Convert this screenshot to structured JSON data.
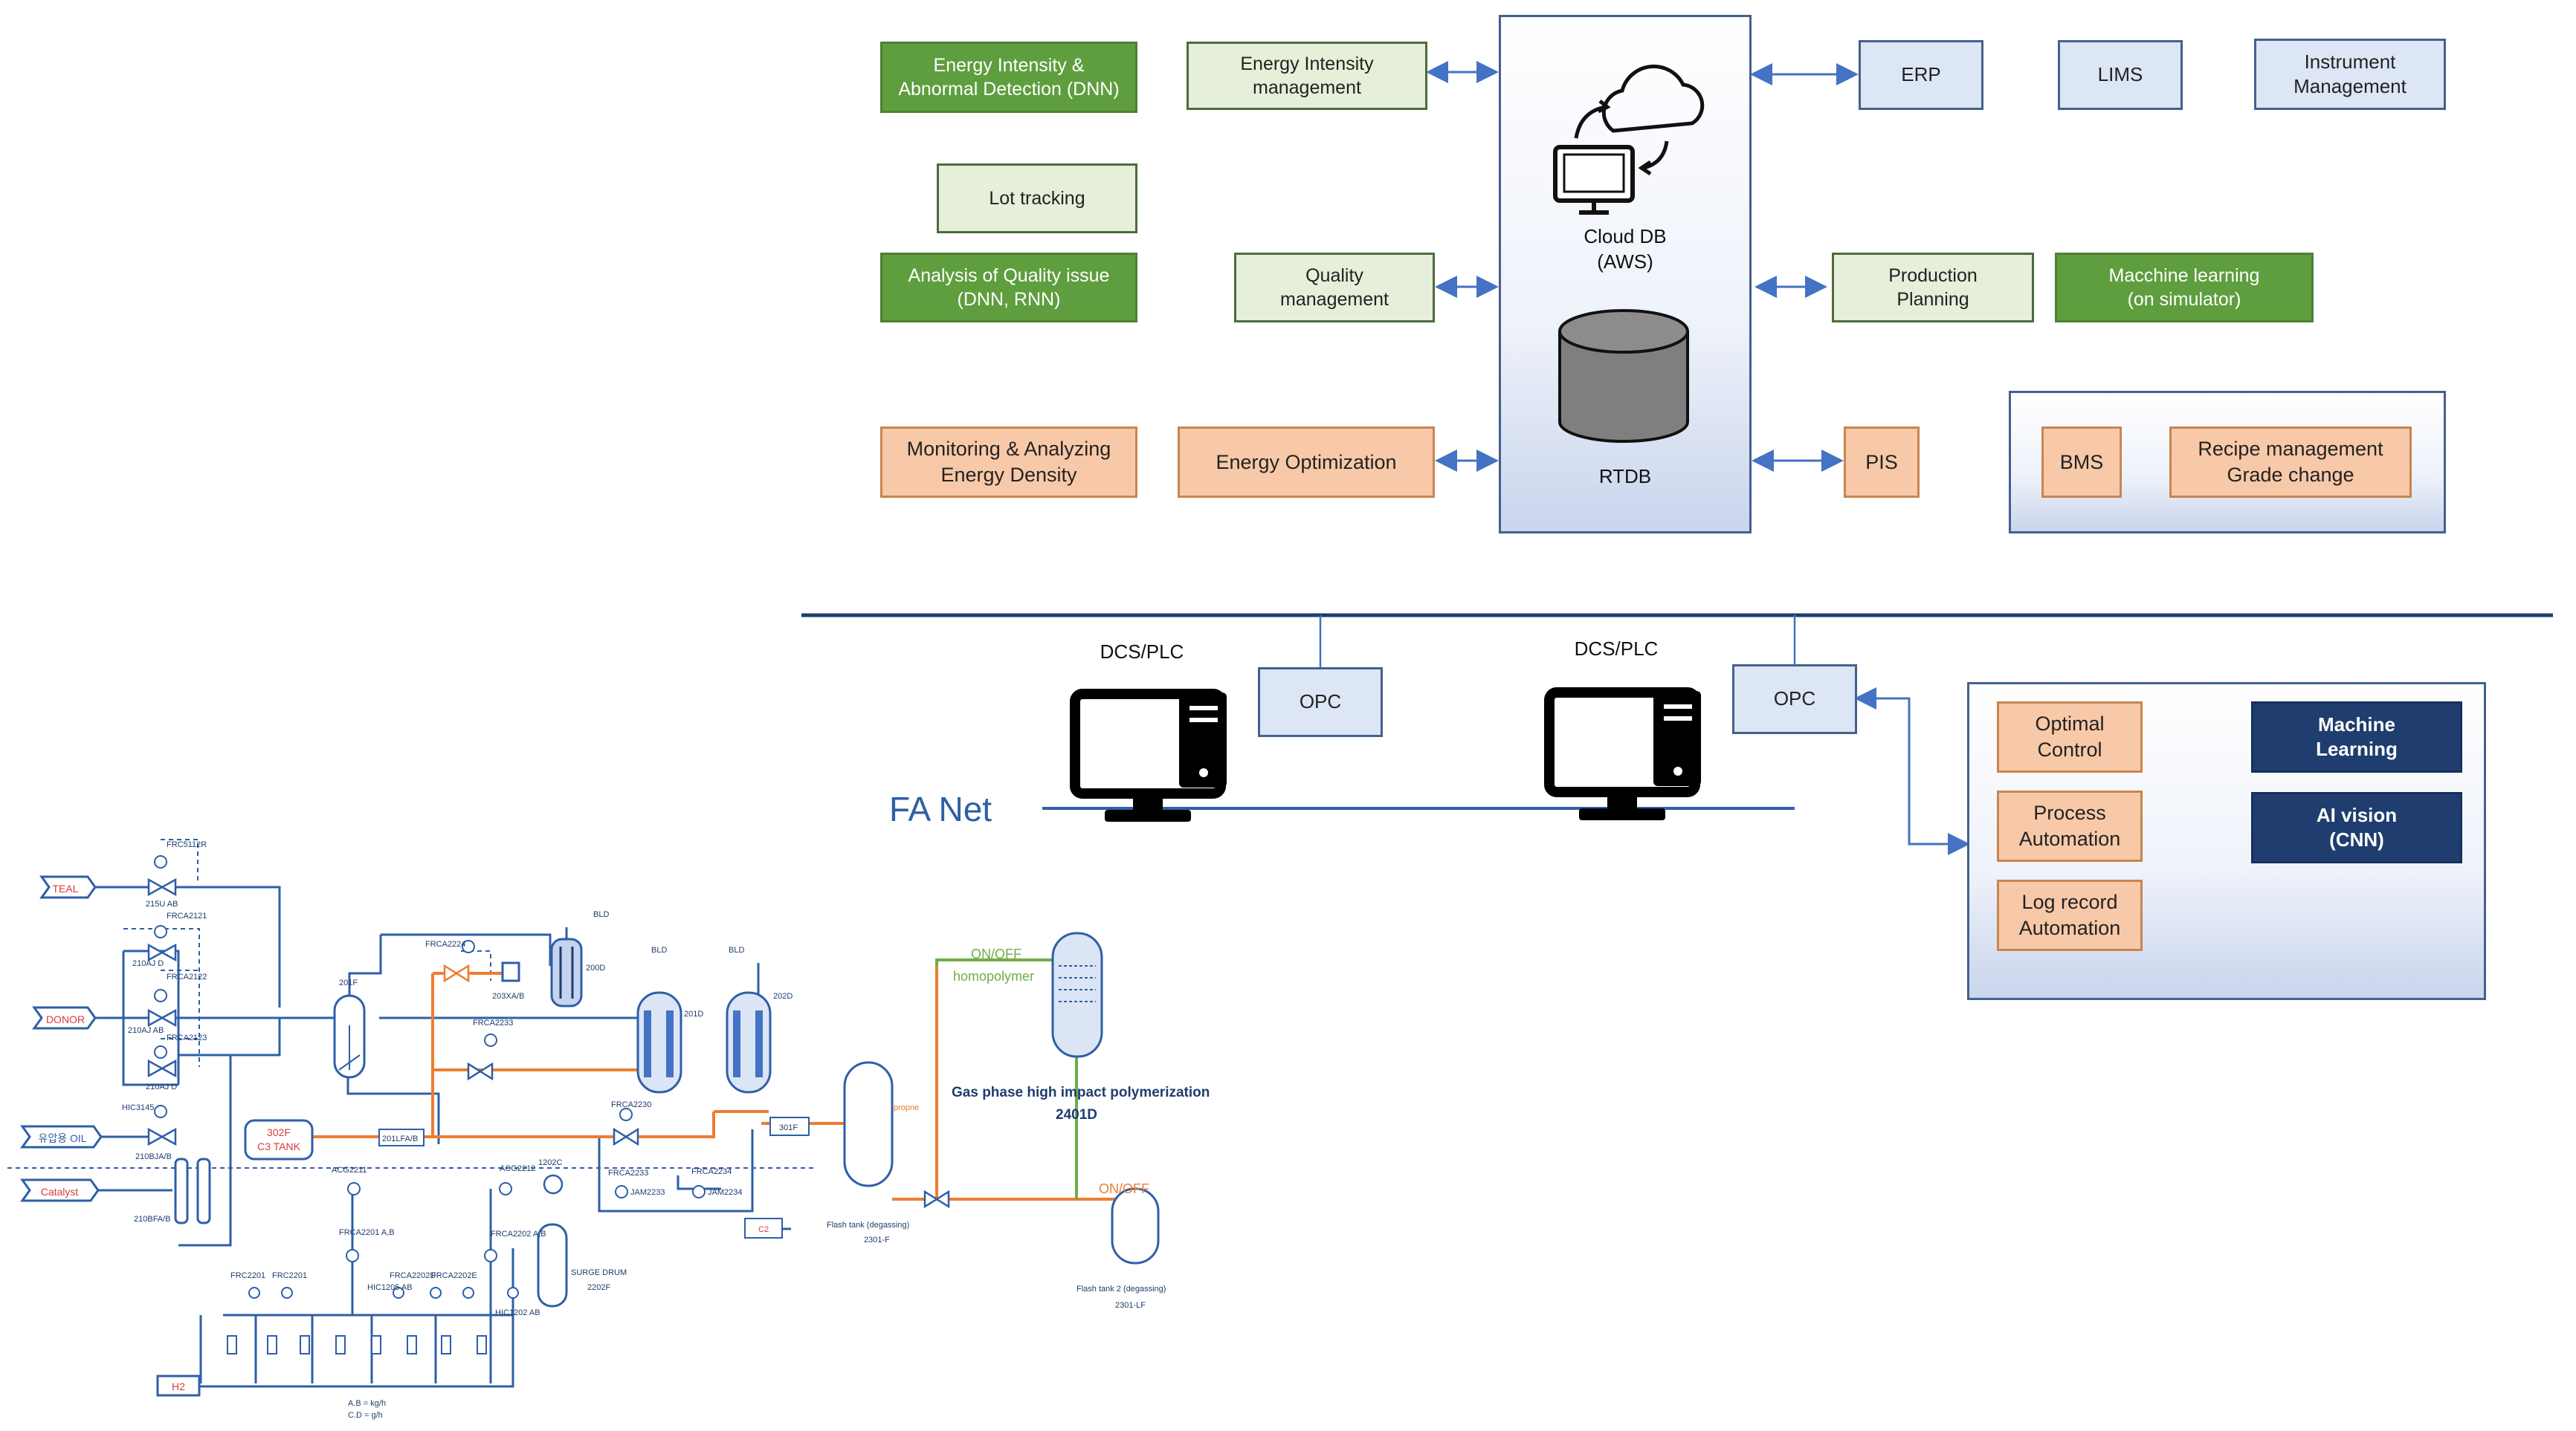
{
  "top": {
    "energy_intensity_detection": "Energy Intensity &\nAbnormal Detection (DNN)",
    "energy_intensity_management": "Energy Intensity\nmanagement",
    "lot_tracking": "Lot tracking",
    "analysis_quality": "Analysis of Quality issue\n(DNN, RNN)",
    "quality_management": "Quality\nmanagement",
    "monitoring_energy": "Monitoring & Analyzing\nEnergy Density",
    "energy_optimization": "Energy Optimization",
    "cloud_db": "Cloud DB\n(AWS)",
    "rtdb": "RTDB",
    "erp": "ERP",
    "lims": "LIMS",
    "instrument_management": "Instrument\nManagement",
    "production_planning": "Production\nPlanning",
    "machine_learning_sim": "Macchine learning\n(on simulator)",
    "pis": "PIS",
    "bms": "BMS",
    "recipe_management": "Recipe management\nGrade change"
  },
  "network": {
    "dcs_plc_1": "DCS/PLC",
    "dcs_plc_2": "DCS/PLC",
    "opc_1": "OPC",
    "opc_2": "OPC",
    "fa_net": "FA Net"
  },
  "ai_panel": {
    "optimal_control": "Optimal\nControl",
    "process_automation": "Process\nAutomation",
    "log_record_automation": "Log record\nAutomation",
    "machine_learning": "Machine\nLearning",
    "ai_vision": "AI vision\n(CNN)"
  },
  "pid": {
    "feeds": [
      "TEAL",
      "DONOR",
      "유압용 OIL",
      "Catalyst",
      "H2"
    ],
    "tags": [
      "FRC5112R",
      "215U AB",
      "FRCA2121",
      "210AJ D",
      "FRCA2122",
      "210AJ AB",
      "FRCA2123",
      "210AJ D",
      "HIC3145",
      "210BJA/B",
      "210BFA/B",
      "201F",
      "FRCA2224",
      "203XA/B",
      "200D",
      "BLD",
      "BLD",
      "BLD",
      "201D",
      "202D",
      "FRCA2233",
      "FRCA2230",
      "301F",
      "302F",
      "C3 TANK",
      "201LFA/B",
      "ACG2211",
      "ACG2212",
      "1202C",
      "FRCA2233",
      "FRCA2234",
      "JAM2233",
      "JAM2234",
      "C2",
      "SURGE DRUM",
      "2202F",
      "FRCA2201 A,B",
      "FRCA2202 A,B",
      "HIC1205 AB",
      "HIC1202 AB",
      "FRC2201",
      "FRC2201",
      "FRCA2202D",
      "FRCA2202E",
      "A.B = kg/h",
      "C.D = g/h",
      "Flash tank (degassing)",
      "2301-F",
      "Flash tank 2 (degassing)",
      "2301-LF",
      "propne"
    ],
    "on_off_top": "ON/OFF",
    "homopolymer": "homopolymer",
    "on_off_bottom": "ON/OFF",
    "gas_phase_title": "Gas phase high impact polymerization",
    "gas_phase_tag": "2401D"
  },
  "colors": {
    "dark_green": "#5e9e3e",
    "light_green": "#e6efd9",
    "orange": "#f8c9a8",
    "light_blue": "#dce6f4",
    "navy": "#1f3d6e",
    "arrow_blue": "#4472c4",
    "pid_blue": "#2e5fa8",
    "pid_orange": "#ed7d31",
    "pid_green": "#70ad47"
  }
}
